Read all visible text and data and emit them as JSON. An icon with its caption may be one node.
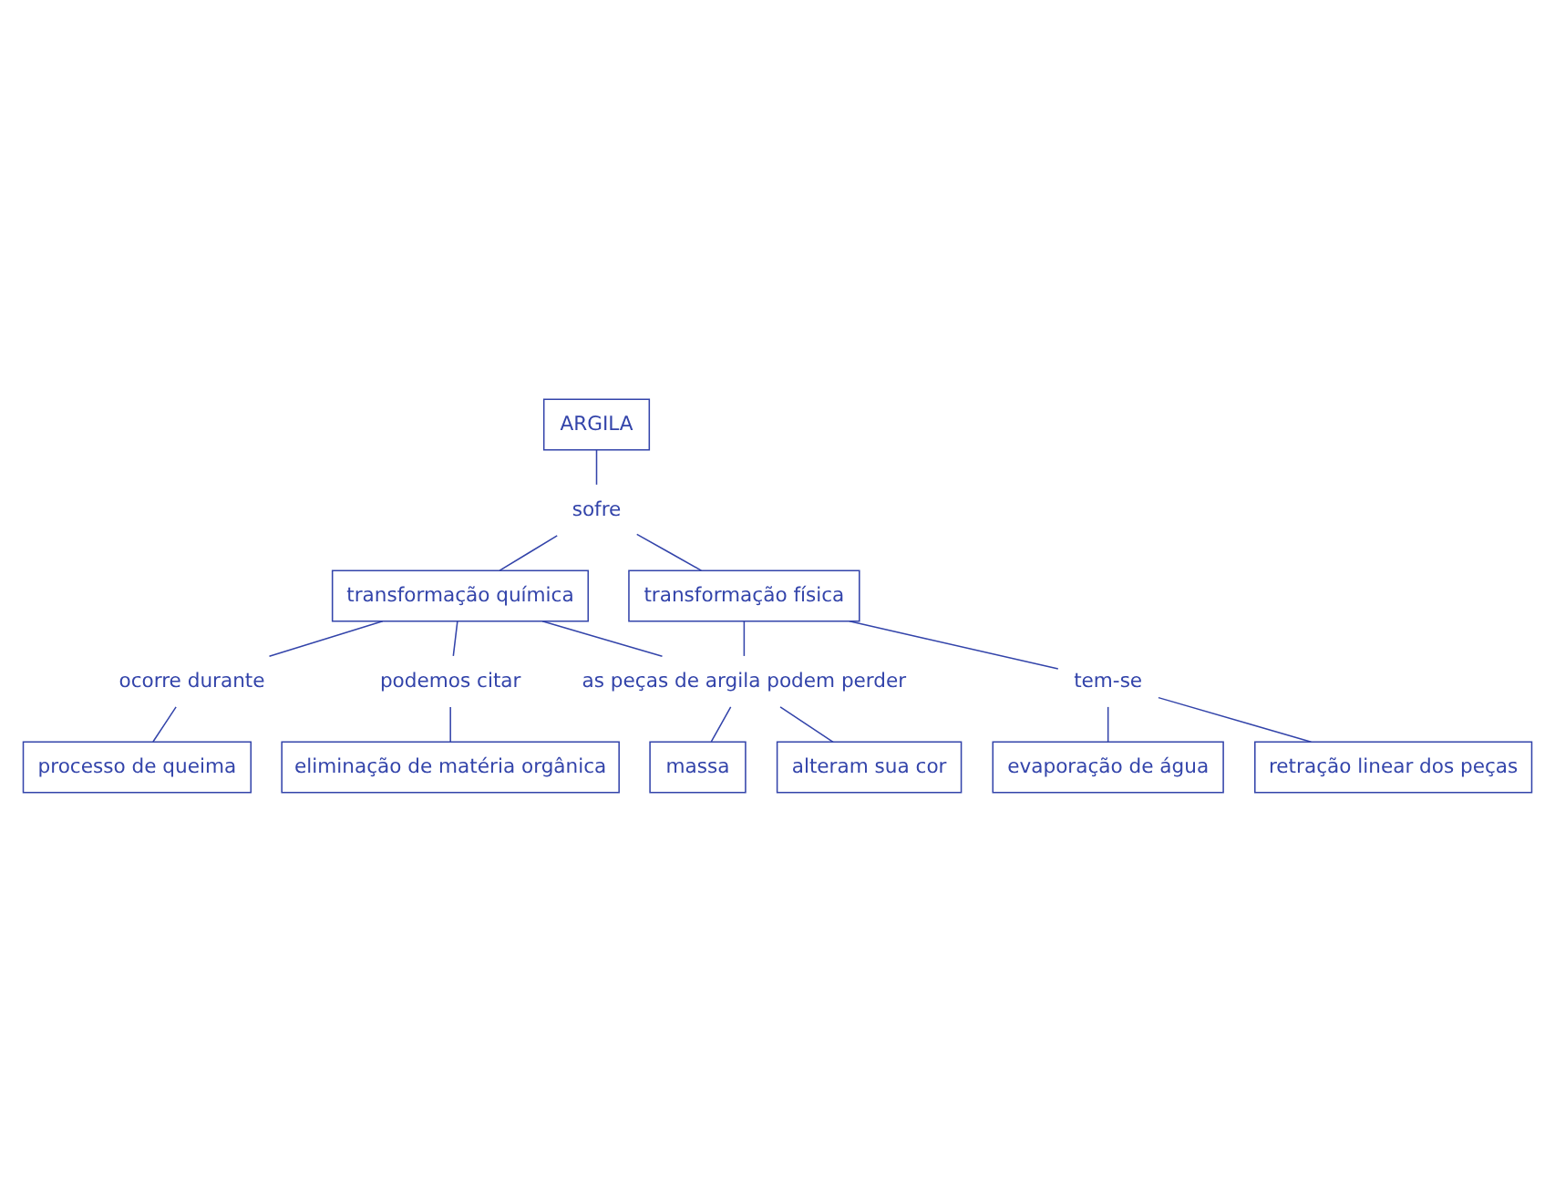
{
  "diagram": {
    "nodes": [
      {
        "text": [
          "ARGILA"
        ]
      },
      {
        "text": [
          "sofre"
        ]
      },
      {
        "text": [
          "transformação química"
        ]
      },
      {
        "text": [
          "transformação física"
        ]
      },
      {
        "text": [
          "ocorre durante"
        ]
      },
      {
        "text": [
          "podemos citar"
        ]
      },
      {
        "text": [
          "tem-se"
        ]
      },
      {
        "text": [
          "processo de queima"
        ]
      },
      {
        "text": [
          "eliminação de matéria orgânica"
        ]
      },
      {
        "text": [
          "evaporação de água"
        ]
      },
      {
        "text": [
          "retração linear dos peças"
        ]
      },
      {
        "text": [
          "as peças de argila podem perder"
        ]
      },
      {
        "text": [
          "massa"
        ]
      },
      {
        "text": [
          "alteram sua cor"
        ]
      }
    ],
    "edges": [
      {
        "from": 0,
        "to": 1,
        "arrow": "none"
      },
      {
        "from": 1,
        "to": 2,
        "arrow": "none"
      },
      {
        "from": 1,
        "to": 3,
        "arrow": "none"
      },
      {
        "from": 2,
        "to": 4,
        "arrow": "none"
      },
      {
        "from": 4,
        "to": 7,
        "arrow": "none"
      },
      {
        "from": 2,
        "to": 5,
        "arrow": "none"
      },
      {
        "from": 5,
        "to": 8,
        "arrow": "none"
      },
      {
        "from": 2,
        "to": 11,
        "arrow": "none"
      },
      {
        "from": 3,
        "to": 11,
        "arrow": "none"
      },
      {
        "from": 3,
        "to": 6,
        "arrow": "none"
      },
      {
        "from": 6,
        "to": 9,
        "arrow": "none"
      },
      {
        "from": 6,
        "to": 10,
        "arrow": "none"
      },
      {
        "from": 11,
        "to": 12,
        "arrow": "none"
      },
      {
        "from": 11,
        "to": 13,
        "arrow": "none"
      }
    ]
  }
}
